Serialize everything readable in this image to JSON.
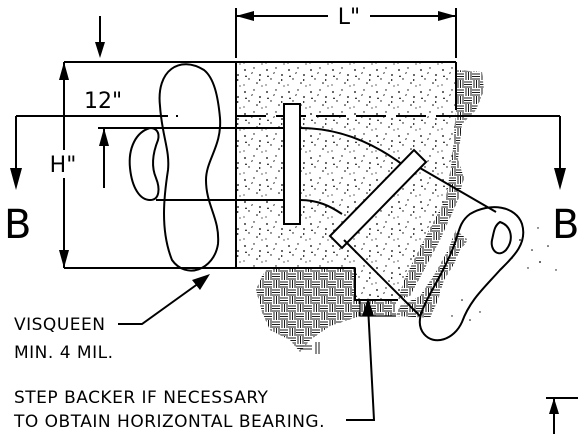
{
  "dimensions": {
    "length": "L\"",
    "height": "H\"",
    "depth": "12\""
  },
  "section_marks": {
    "left": "B",
    "right": "B"
  },
  "notes": {
    "visqueen_line1": "VISQUEEN",
    "visqueen_line2": "MIN. 4 MIL.",
    "step_backer_line1": "STEP BACKER IF NECESSARY",
    "step_backer_line2": "TO OBTAIN HORIZONTAL BEARING."
  }
}
